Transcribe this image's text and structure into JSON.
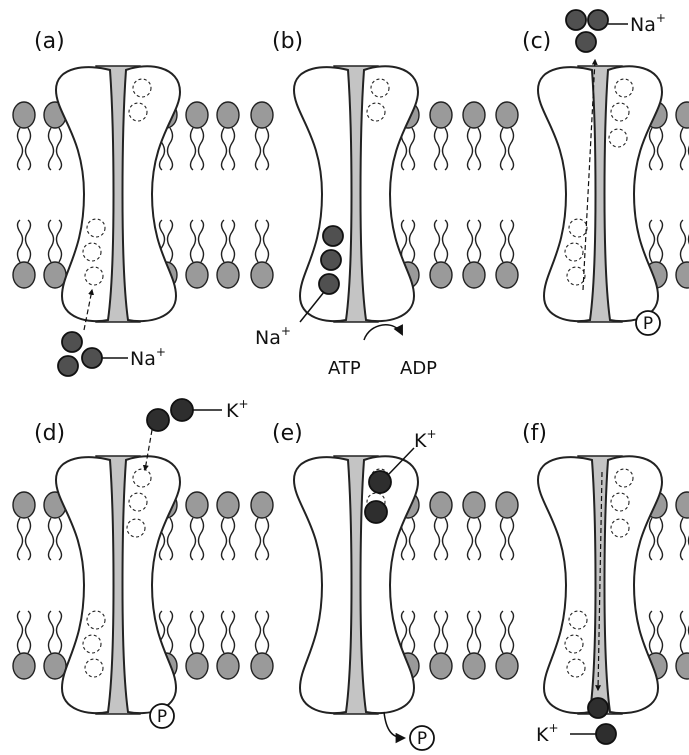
{
  "panels": [
    {
      "id": "a",
      "label": "(a)",
      "phosphorylated": false,
      "na_ion_label": "Na",
      "na_ion_sup": "+"
    },
    {
      "id": "b",
      "label": "(b)",
      "phosphorylated": false,
      "na_ion_label": "Na",
      "na_ion_sup": "+",
      "atp_label": "ATP",
      "adp_label": "ADP"
    },
    {
      "id": "c",
      "label": "(c)",
      "phosphorylated": true,
      "phosphate_label": "P",
      "na_ion_label": "Na",
      "na_ion_sup": "+"
    },
    {
      "id": "d",
      "label": "(d)",
      "phosphorylated": true,
      "phosphate_label": "P",
      "k_ion_label": "K",
      "k_ion_sup": "+"
    },
    {
      "id": "e",
      "label": "(e)",
      "phosphorylated": false,
      "phosphate_label": "P",
      "k_ion_label": "K",
      "k_ion_sup": "+"
    },
    {
      "id": "f",
      "label": "(f)",
      "phosphorylated": false,
      "k_ion_label": "K",
      "k_ion_sup": "+"
    }
  ],
  "colors": {
    "lipid_head": "#9a9a9a",
    "channel_core": "#c4c4c4",
    "na_ion": "#505050",
    "k_ion": "#2e2e2e",
    "subunit": "#ffffff"
  }
}
